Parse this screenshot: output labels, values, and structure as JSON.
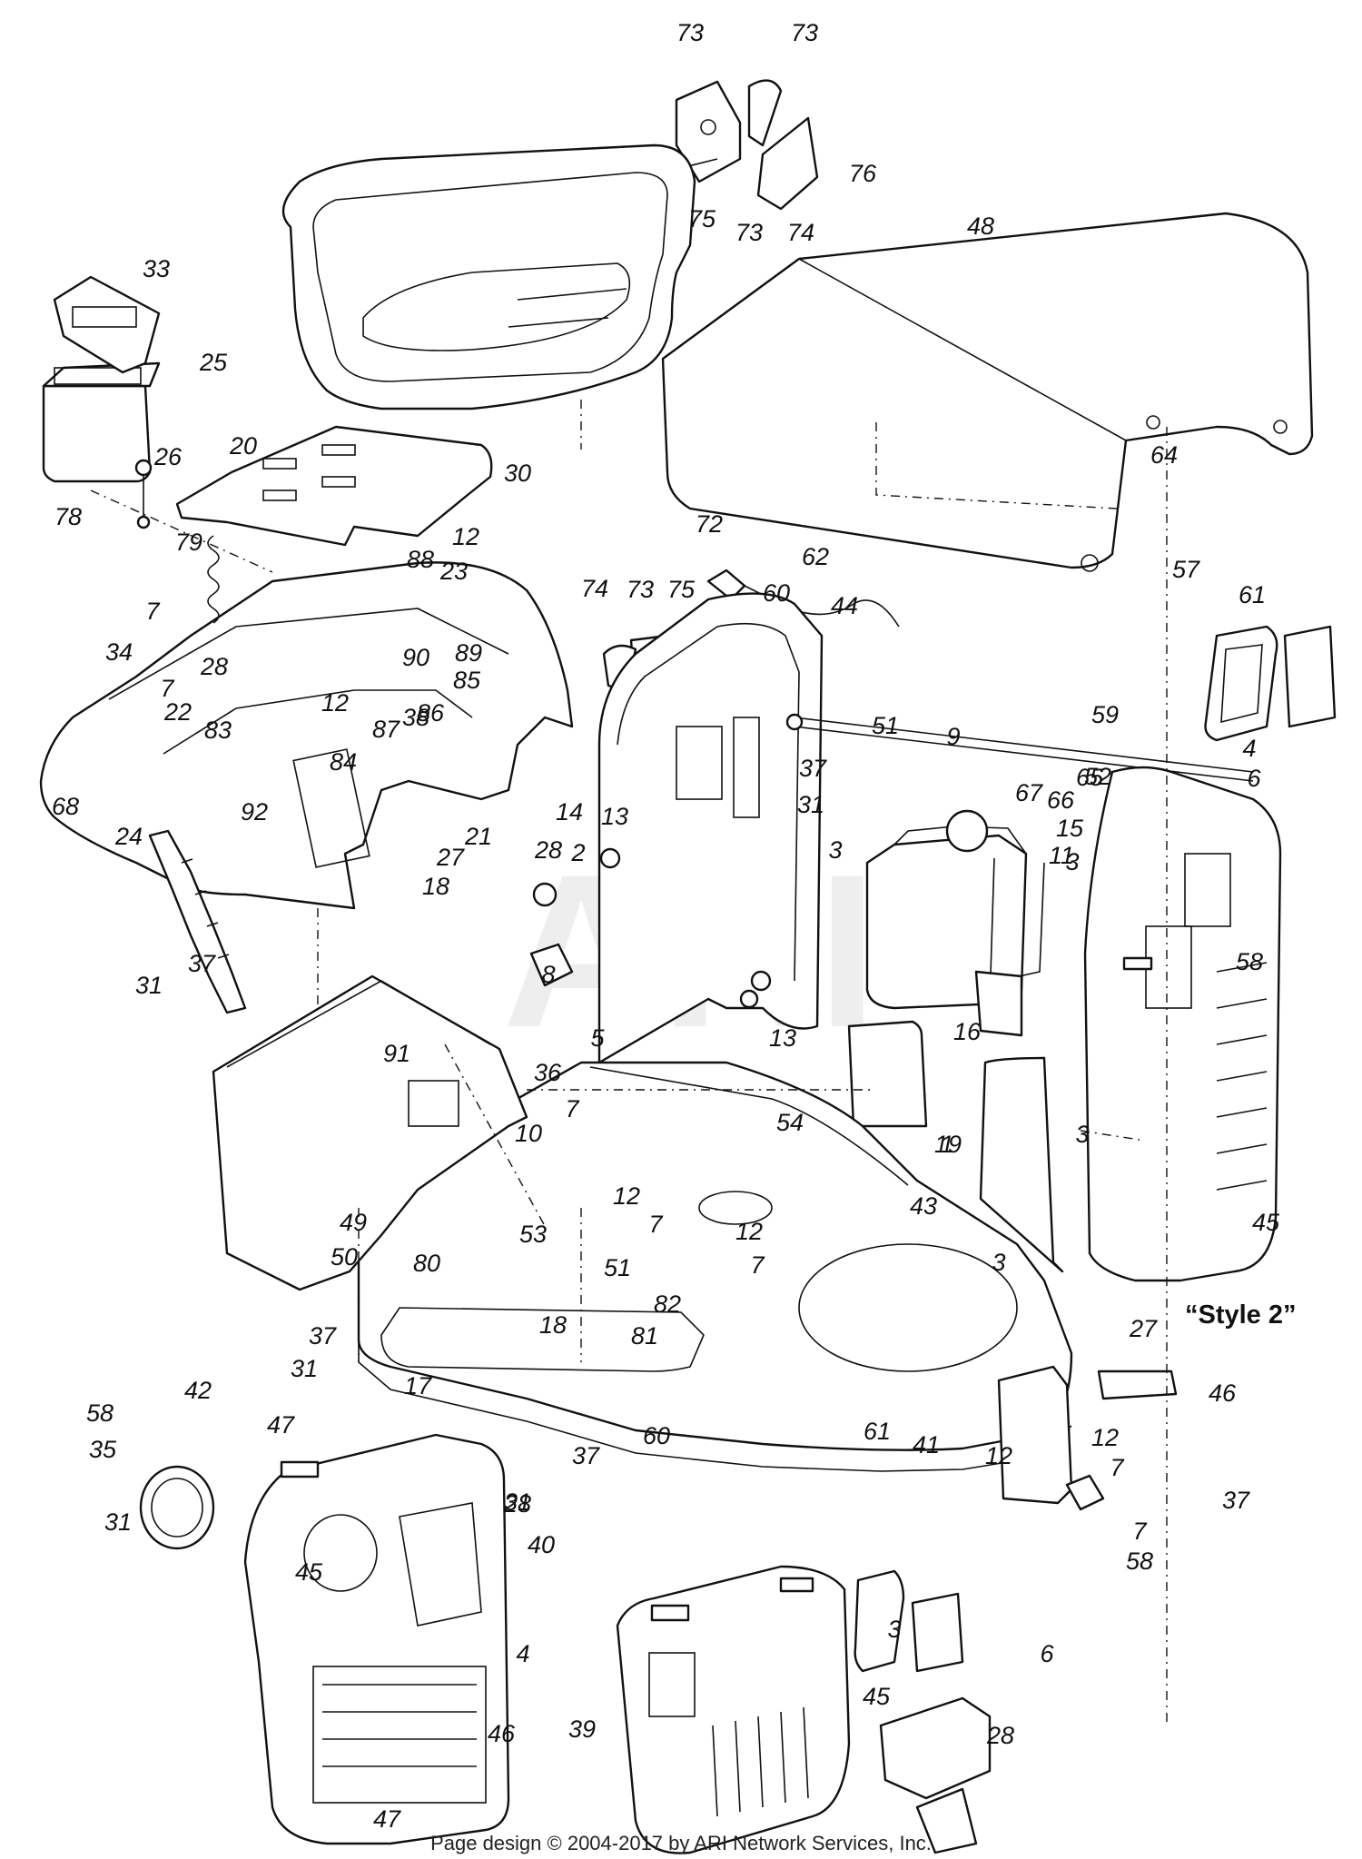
{
  "watermark": "ARI",
  "style_label": "“Style 2”",
  "footer": "Page design © 2004-2017 by ARI Network Services, Inc.",
  "callouts": [
    "73",
    "73",
    "75",
    "73",
    "74",
    "76",
    "48",
    "33",
    "25",
    "20",
    "26",
    "30",
    "78",
    "79",
    "64",
    "62",
    "57",
    "72",
    "12",
    "88",
    "23",
    "7",
    "34",
    "28",
    "7",
    "89",
    "90",
    "85",
    "86",
    "22",
    "12",
    "87",
    "83",
    "84",
    "38",
    "92",
    "68",
    "21",
    "74",
    "73",
    "75",
    "44",
    "51",
    "65",
    "66",
    "60",
    "61",
    "59",
    "52",
    "4",
    "6",
    "67",
    "9",
    "37",
    "31",
    "3",
    "15",
    "11",
    "14",
    "13",
    "28",
    "18",
    "27",
    "24",
    "37",
    "31",
    "2",
    "8",
    "13",
    "3",
    "58",
    "16",
    "5",
    "19",
    "91",
    "36",
    "7",
    "10",
    "1",
    "43",
    "3",
    "45",
    "54",
    "12",
    "7",
    "12",
    "7",
    "50",
    "49",
    "80",
    "53",
    "51",
    "82",
    "18",
    "81",
    "27",
    "3",
    "37",
    "31",
    "17",
    "37",
    "46",
    "12",
    "7",
    "31",
    "42",
    "58",
    "47",
    "37",
    "35",
    "31",
    "28",
    "12",
    "7",
    "58",
    "60",
    "61",
    "41",
    "40",
    "45",
    "4",
    "3",
    "46",
    "6",
    "45",
    "39",
    "47",
    "28"
  ]
}
